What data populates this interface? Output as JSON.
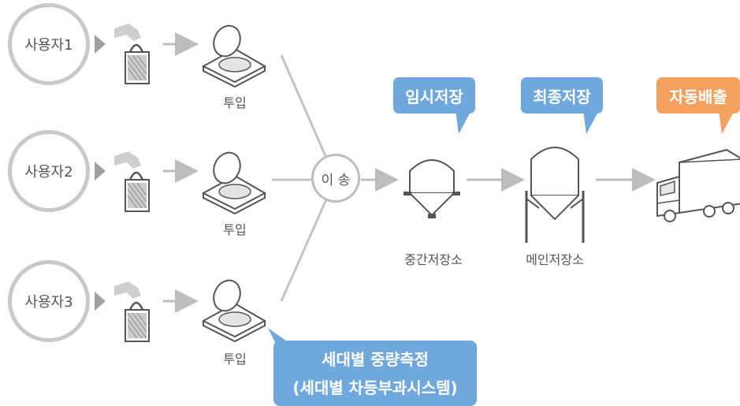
{
  "users": [
    "사용자1",
    "사용자2",
    "사용자3"
  ],
  "input_label": "투입",
  "transfer_label": "이 송",
  "intermediate_storage_label": "중간저장소",
  "main_storage_label": "메인저장소",
  "stages": {
    "temporary": "임시저장",
    "final": "최종저장",
    "discharge": "자동배출"
  },
  "callout": {
    "line1": "세대별 중량측정",
    "line2": "(세대별 차등부과시스템)"
  },
  "colors": {
    "blue": "#6fa8dc",
    "orange": "#f4a160",
    "gray": "#c9c9c9"
  },
  "icons": [
    "hand-bag-icon",
    "bin-icon",
    "arrow-icon",
    "chute-icon",
    "hopper-icon",
    "silo-icon",
    "truck-icon"
  ]
}
